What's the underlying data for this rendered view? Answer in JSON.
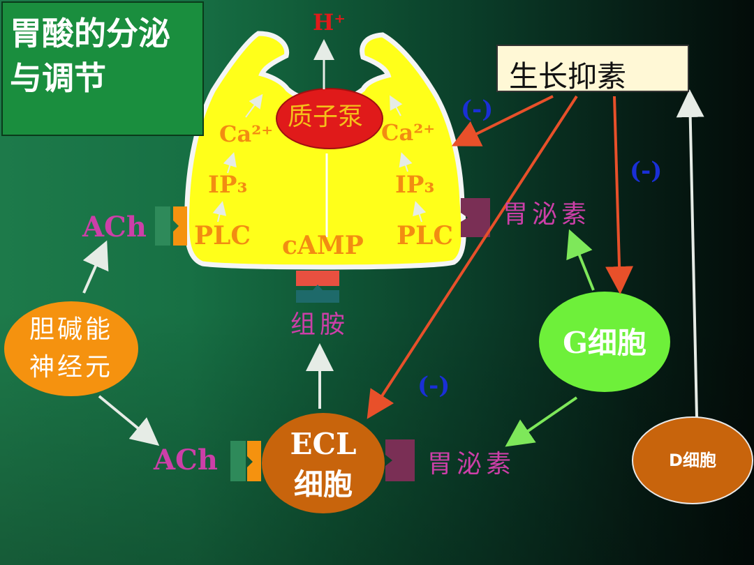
{
  "title": "胃酸的分泌\n与调节",
  "somatostatin": "生长抑素",
  "hplus": "H⁺",
  "proton_pump": "质子泵",
  "ca_left": "Ca²⁺",
  "ca_right": "Ca²⁺",
  "ip3_left": "IP₃",
  "ip3_right": "IP₃",
  "plc_left": "PLC",
  "plc_right": "PLC",
  "camp": "cAMP",
  "ach_top": "ACh",
  "ach_bottom": "ACh",
  "gastrin_top": "胃泌素",
  "gastrin_bottom": "胃泌素",
  "histamine": "组胺",
  "cholinergic": "胆碱能\n神经元",
  "ecl_cell": "ECL\n细胞",
  "g_cell": "G细胞",
  "d_cell": "D细胞",
  "inhibit_1": "(-)",
  "inhibit_2": "(-)",
  "inhibit_3": "(-)",
  "colors": {
    "cell_fill": "#ffff1a",
    "pump_fill": "#e01a1a",
    "label_orange": "#f28c12",
    "label_magenta": "#cc3fa8",
    "inhibit_blue": "#1a2fd6",
    "arrow_red": "#e8502a",
    "arrow_white": "#e6ece6",
    "arrow_green": "#7ee85a",
    "neuron_fill": "#f5920f",
    "ecl_fill": "#c8640c",
    "gcell_fill": "#6ef03a",
    "dcell_fill": "#c8640c",
    "title_bg": "#1a8e3e"
  }
}
